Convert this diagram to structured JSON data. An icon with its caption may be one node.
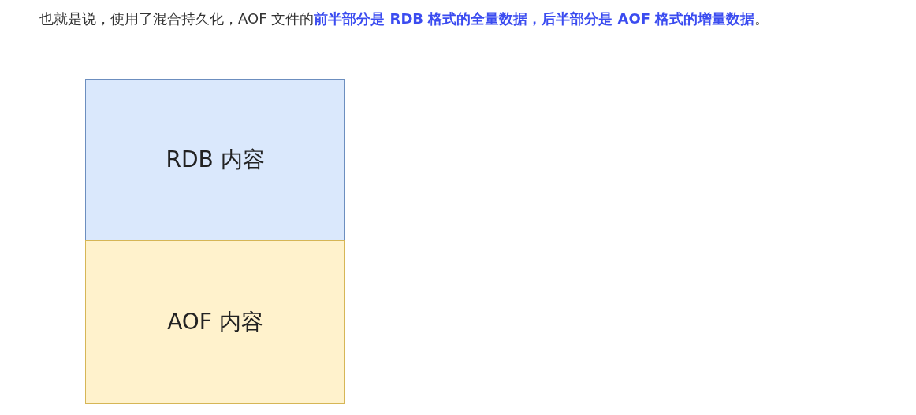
{
  "diagram": {
    "nodes": [
      {
        "text": [
          "RDB 内容"
        ]
      },
      {
        "text": [
          "AOF 内容"
        ]
      }
    ],
    "edges": [],
    "labels": [
      "也就是说，使用了混合持久化，AOF 文件的**前半部分是 RDB 格式的全量数据，后半部分是 AOF 格式的增量数据**。"
    ]
  }
}
